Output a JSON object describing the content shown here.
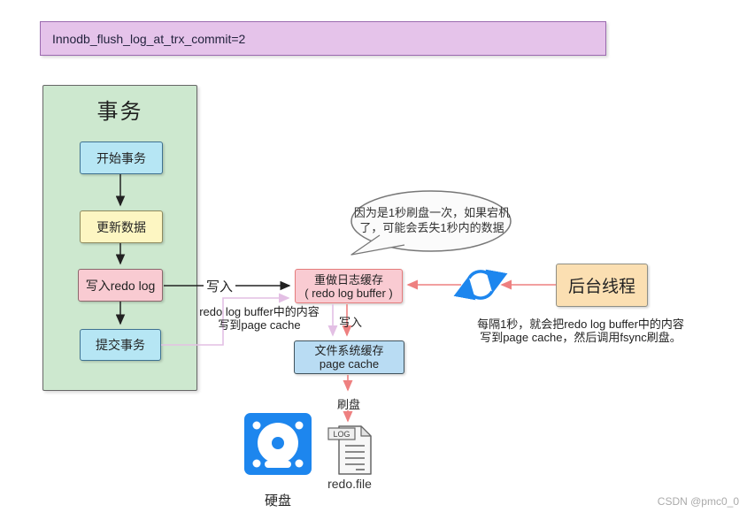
{
  "banner": {
    "text": "Innodb_flush_log_at_trx_commit=2"
  },
  "transaction": {
    "title": "事务",
    "steps": [
      {
        "label": "开始事务",
        "type": "blue"
      },
      {
        "label": "更新数据",
        "type": "yellow"
      },
      {
        "label": "写入redo log",
        "type": "pink"
      },
      {
        "label": "提交事务",
        "type": "blue"
      }
    ]
  },
  "nodes": {
    "redo_log_buffer": {
      "line1": "重做日志缓存",
      "line2": "( redo log buffer )"
    },
    "page_cache": {
      "line1": "文件系统缓存",
      "line2": "page cache"
    },
    "background_thread": {
      "label": "后台线程"
    }
  },
  "speech_bubble": {
    "line1": "因为是1秒刷盘一次，如果宕机",
    "line2": "了，可能会丢失1秒内的数据"
  },
  "labels": {
    "write_to_buffer": "写入",
    "write_to_cache": "写入",
    "flush_disk": "刷盘",
    "commit_note_line1": "redo log buffer中的内容",
    "commit_note_line2": "写到page cache",
    "thread_note_line1": "每隔1秒，就会把redo log buffer中的内容",
    "thread_note_line2": "写到page cache，然后调用fsync刷盘。",
    "disk": "硬盘",
    "redo_file": "redo.file",
    "log_badge": "LOG"
  },
  "watermark": "CSDN @pmc0_0",
  "colors": {
    "banner_bg": "#e5c3ea",
    "banner_border": "#9b6aaf",
    "container_bg": "#cde8cf",
    "blue_node_bg": "#b6e6f4",
    "yellow_node_bg": "#fdf6c2",
    "pink_node_bg": "#f9cbd2",
    "redo_buffer_border": "#e57c7c",
    "page_cache_bg": "#b9dcf3",
    "thread_bg": "#fbdfb2",
    "black_line": "#222222",
    "red_line": "#ee8080",
    "lavender_line": "#e3bfe4",
    "icon_blue": "#1d86ee"
  }
}
